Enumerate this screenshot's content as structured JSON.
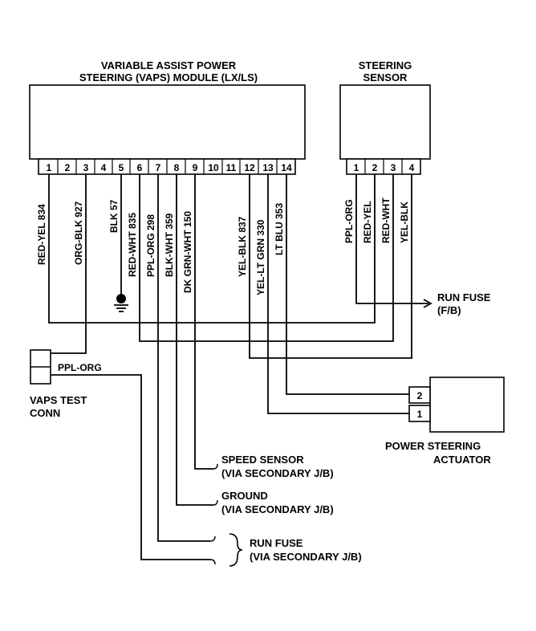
{
  "module": {
    "title_line1": "VARIABLE ASSIST POWER",
    "title_line2": "STEERING (VAPS) MODULE (LX/LS)",
    "pins": [
      "1",
      "2",
      "3",
      "4",
      "5",
      "6",
      "7",
      "8",
      "9",
      "10",
      "11",
      "12",
      "13",
      "14"
    ],
    "wires": {
      "p1": "RED-YEL 834",
      "p3": "ORG-BLK 927",
      "p5": "BLK 57",
      "p6": "RED-WHT 835",
      "p7": "PPL-ORG 298",
      "p8": "BLK-WHT 359",
      "p9": "DK GRN-WHT 150",
      "p12": "YEL-BLK 837",
      "p13": "YEL-LT GRN 330",
      "p14": "LT BLU 353"
    }
  },
  "sensor": {
    "title_line1": "STEERING",
    "title_line2": "SENSOR",
    "pins": [
      "1",
      "2",
      "3",
      "4"
    ],
    "wires": [
      "PPL-ORG",
      "RED-YEL",
      "RED-WHT",
      "YEL-BLK"
    ]
  },
  "run_fuse_fb": {
    "line1": "RUN FUSE",
    "line2": "(F/B)"
  },
  "test_conn": {
    "wire": "PPL-ORG",
    "line1": "VAPS TEST",
    "line2": "CONN"
  },
  "actuator": {
    "pins": [
      "2",
      "1"
    ],
    "line1": "POWER STEERING",
    "line2": "ACTUATOR"
  },
  "speed_sensor": {
    "line1": "SPEED SENSOR",
    "line2": "(VIA SECONDARY J/B)"
  },
  "ground": {
    "line1": "GROUND",
    "line2": "(VIA SECONDARY J/B)"
  },
  "run_fuse_secondary": {
    "line1": "RUN FUSE",
    "line2": "(VIA SECONDARY J/B)"
  }
}
